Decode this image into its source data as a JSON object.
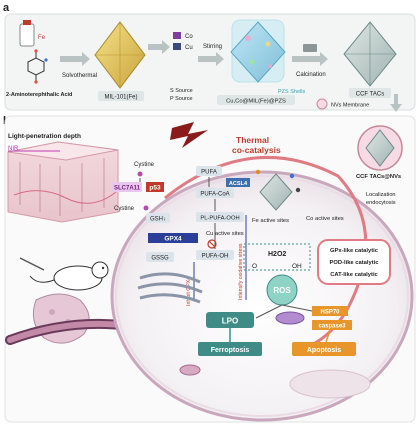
{
  "panel_a": {
    "letter": "a",
    "reagents_label": "2-Aminoterephthalic Acid",
    "fe_label": "Fe",
    "step1_label": "Solvothermal",
    "mof_label": "MIL-101(Fe)",
    "cu_label": "Cu",
    "co_label": "Co",
    "sources_label_1": "S Source",
    "sources_label_2": "P Source",
    "step2_label": "Stirring",
    "pzs_label": "PZS Shells",
    "composite_label": "Cu,Co@MIL(Fe)@PZS",
    "step3_label": "Calcination",
    "product_label": "CCF TACs",
    "membrane_label": "NVs Membrane"
  },
  "panel_b": {
    "letter": "b",
    "skin_title": "Light-penetration depth",
    "nir_label": "NIR",
    "thermal_label_1": "Thermal",
    "thermal_label_2": "co-catalysis",
    "nvs_label": "CCF TACs@NVs",
    "endocytosis_label_1": "Localization",
    "endocytosis_label_2": "endocytosis",
    "cystine_top": "Cystine",
    "cystine_left": "Cystine",
    "slc_label": "SLC7A11",
    "p53_label": "p53",
    "pufa_label": "PUFA",
    "acsl4_label": "ACSL4",
    "pufa_coa_label": "PUFA-CoA",
    "gsh_label": "GSH↓",
    "pl_label": "PL-PUFA-OOH",
    "gpx4_label": "GPX4",
    "gssg_label": "GSSG",
    "pufa_oh_label": "PUFA-OH",
    "inhibit_label": "Inhibit GPX4",
    "intensify_label": "Intensify oxidative stress",
    "cu_sites": "Cu active sites",
    "fe_sites": "Fe active sites",
    "co_sites": "Co active sites",
    "h2o2_label": "H2O2",
    "o_label": "O",
    "oh_label": "OH",
    "ros_label": "ROS",
    "gpx_like": "GPx-like catalytic",
    "pod_like": "POD-like catalytic",
    "cat_like": "CAT-like catalytic",
    "lpo_label": "LPO",
    "hsp70_label": "HSP70",
    "caspase_label": "caspase3",
    "ferroptosis_label": "Ferroptosis",
    "apoptosis_label": "Apoptosis"
  },
  "colors": {
    "teal": "#3f8c86",
    "thermal_red": "#c0392b",
    "orange": "#e8952c",
    "gpx4_blue": "#2b3f9a",
    "pink_cell": "#f2b6c6"
  }
}
